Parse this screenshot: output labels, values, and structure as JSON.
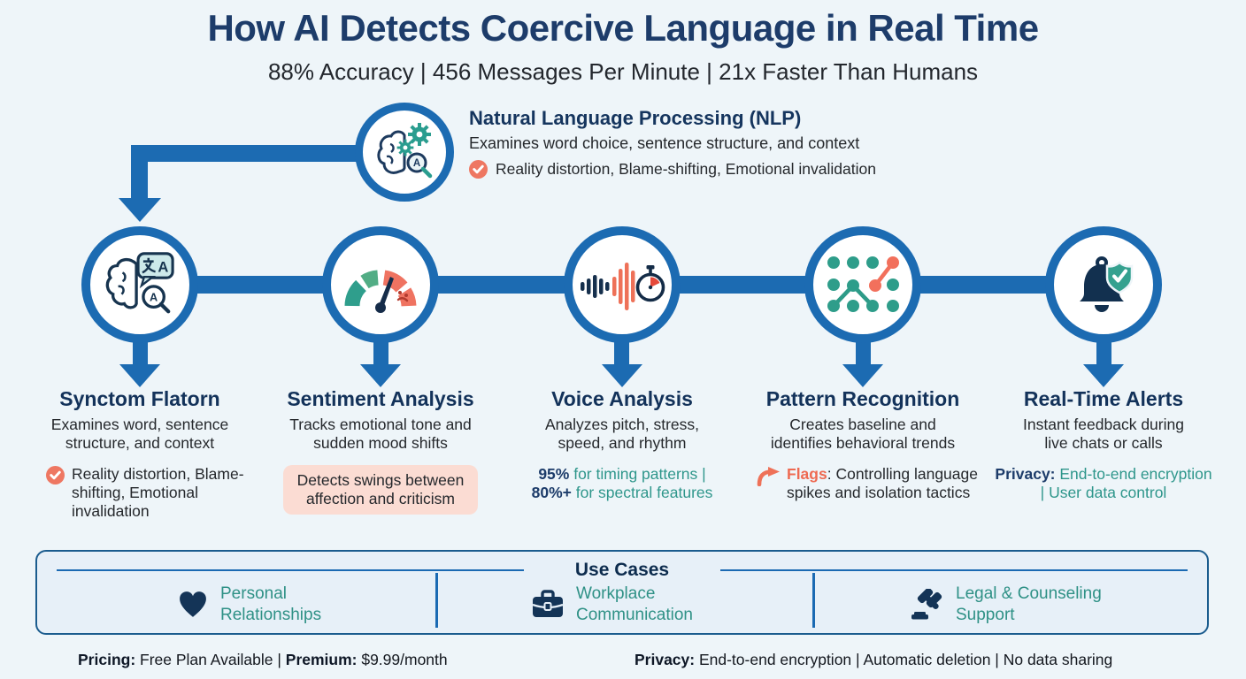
{
  "header": {
    "title": "How AI Detects Coercive Language in Real Time",
    "subtitle": "88% Accuracy | 456 Messages Per Minute | 21x Faster Than Humans"
  },
  "nlp": {
    "title": "Natural Language Processing (NLP)",
    "description": "Examines word choice, sentence structure, and context",
    "detects": "Reality distortion, Blame-shifting, Emotional invalidation",
    "icon": "brain-gears-magnifier-icon"
  },
  "features": [
    {
      "title": "Synctom Flatorn",
      "description": "Examines word, sentence structure, and context",
      "detail": "Reality distortion, Blame-shifting, Emotional invalidation",
      "icon": "brain-translate-magnifier-icon"
    },
    {
      "title": "Sentiment Analysis",
      "description": "Tracks emotional tone and sudden mood shifts",
      "detail": "Detects swings between affection and criticism",
      "icon": "sentiment-gauge-icon"
    },
    {
      "title": "Voice Analysis",
      "description": "Analyzes pitch, stress, speed, and rhythm",
      "stat1": "95%",
      "text1": " for timing patterns |",
      "stat2": "80%+",
      "text2": " for spectral features",
      "icon": "voice-waveform-stopwatch-icon"
    },
    {
      "title": "Pattern Recognition",
      "description": "Creates baseline and identifies behavioral trends",
      "label": "Flags",
      "text": ": Controlling language spikes and isolation tactics",
      "icon": "pattern-dots-icon"
    },
    {
      "title": "Real-Time Alerts",
      "description": "Instant feedback during live chats or calls",
      "label": "Privacy:",
      "text": " End-to-end encryption | User data control",
      "icon": "bell-shield-icon"
    }
  ],
  "use_cases": {
    "title": "Use Cases",
    "items": [
      {
        "label": "Personal Relationships",
        "icon": "heart-icon"
      },
      {
        "label": "Workplace Communication",
        "icon": "briefcase-icon"
      },
      {
        "label": "Legal & Counseling Support",
        "icon": "gavel-icon"
      }
    ]
  },
  "footer": {
    "pricing_label": "Pricing:",
    "pricing_value": " Free Plan Available | ",
    "premium_label": "Premium:",
    "premium_value": " $9.99/month",
    "privacy_label": "Privacy:",
    "privacy_value": " End-to-end encryption | Automatic deletion | No data sharing"
  },
  "colors": {
    "background": "#eef5f9",
    "accent_blue": "#1c6bb2",
    "navy": "#15355e",
    "teal": "#2e968b",
    "salmon": "#ee6a52",
    "pink_highlight": "#fbdcd3",
    "usecase_bg": "#e7f0f8"
  }
}
